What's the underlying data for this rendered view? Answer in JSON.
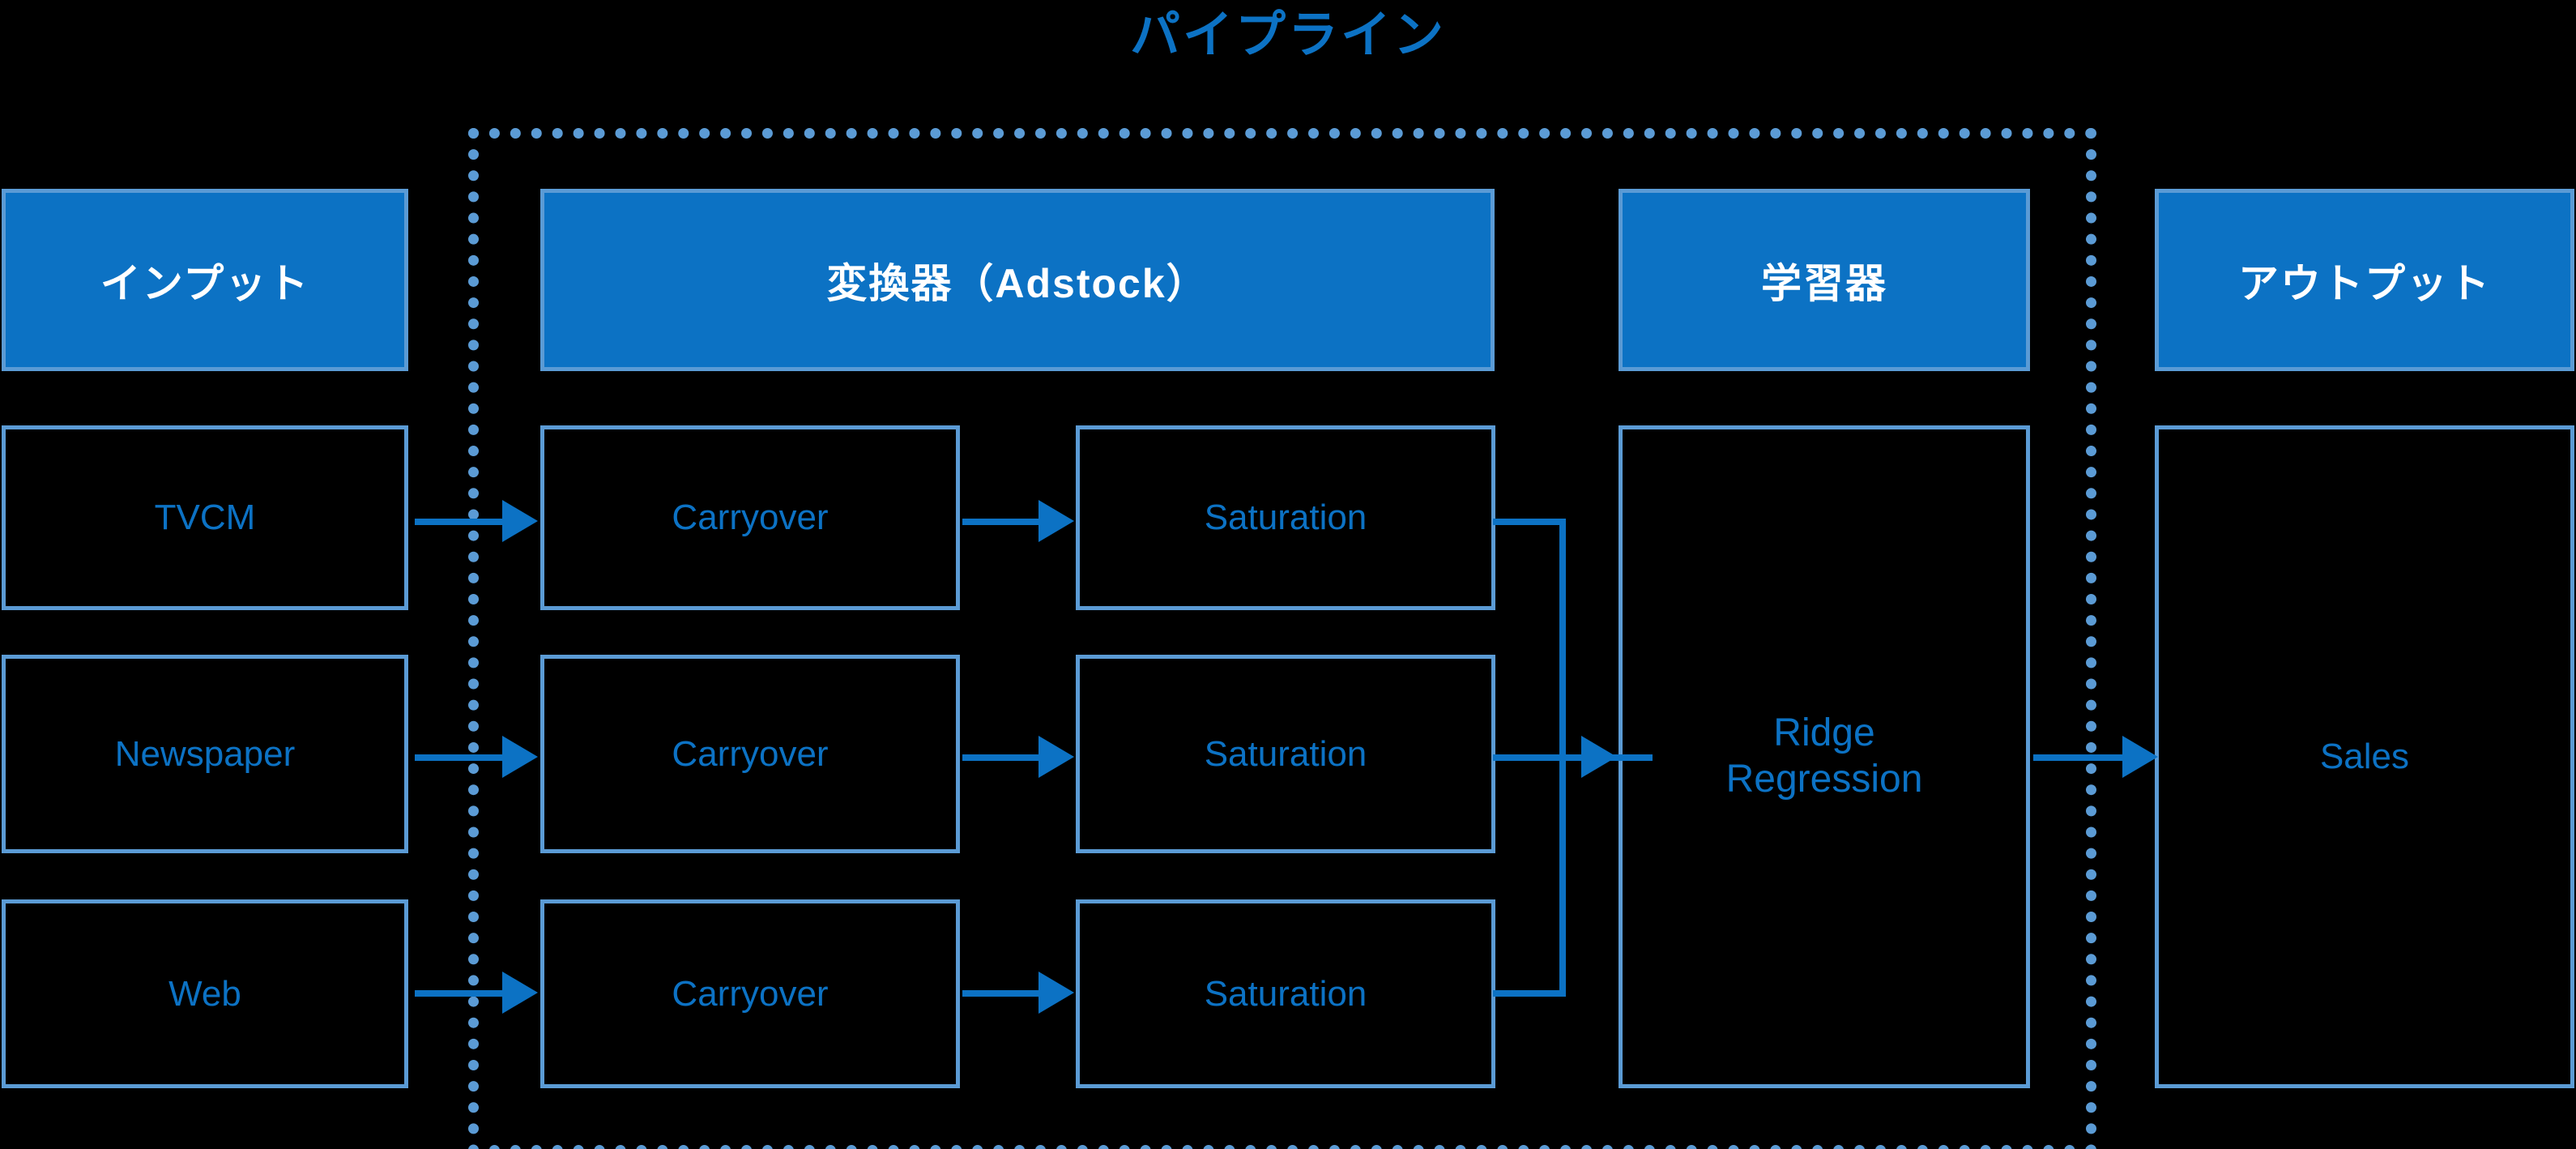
{
  "title": "パイプライン",
  "colors": {
    "accent": "#0C72C4",
    "border": "#5B9BD5",
    "background": "#000000",
    "header_text": "#FFFFFF"
  },
  "columns": {
    "input": {
      "header": "インプット"
    },
    "transformer": {
      "header": "変換器（Adstock）"
    },
    "learner": {
      "header": "学習器"
    },
    "output": {
      "header": "アウトプット"
    }
  },
  "inputs": [
    {
      "label": "TVCM"
    },
    {
      "label": "Newspaper"
    },
    {
      "label": "Web"
    }
  ],
  "carryover": [
    {
      "label": "Carryover"
    },
    {
      "label": "Carryover"
    },
    {
      "label": "Carryover"
    }
  ],
  "saturation": [
    {
      "label": "Saturation"
    },
    {
      "label": "Saturation"
    },
    {
      "label": "Saturation"
    }
  ],
  "learner": {
    "label": "Ridge\nRegression"
  },
  "output": {
    "label": "Sales"
  },
  "pipeline_region": {
    "label": "パイプライン"
  }
}
